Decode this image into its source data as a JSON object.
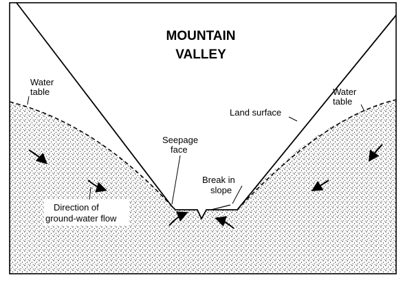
{
  "diagram": {
    "title_line1": "MOUNTAIN",
    "title_line2": "VALLEY",
    "labels": {
      "water_table_left_1": "Water",
      "water_table_left_2": "table",
      "water_table_right_1": "Water",
      "water_table_right_2": "table",
      "land_surface": "Land surface",
      "seepage_face_1": "Seepage",
      "seepage_face_2": "face",
      "break_in_slope_1": "Break in",
      "break_in_slope_2": "slope",
      "flow_direction_1": "Direction of",
      "flow_direction_2": "ground-water flow"
    },
    "colors": {
      "line": "#000000",
      "background": "#ffffff",
      "stipple": "#000000"
    }
  }
}
